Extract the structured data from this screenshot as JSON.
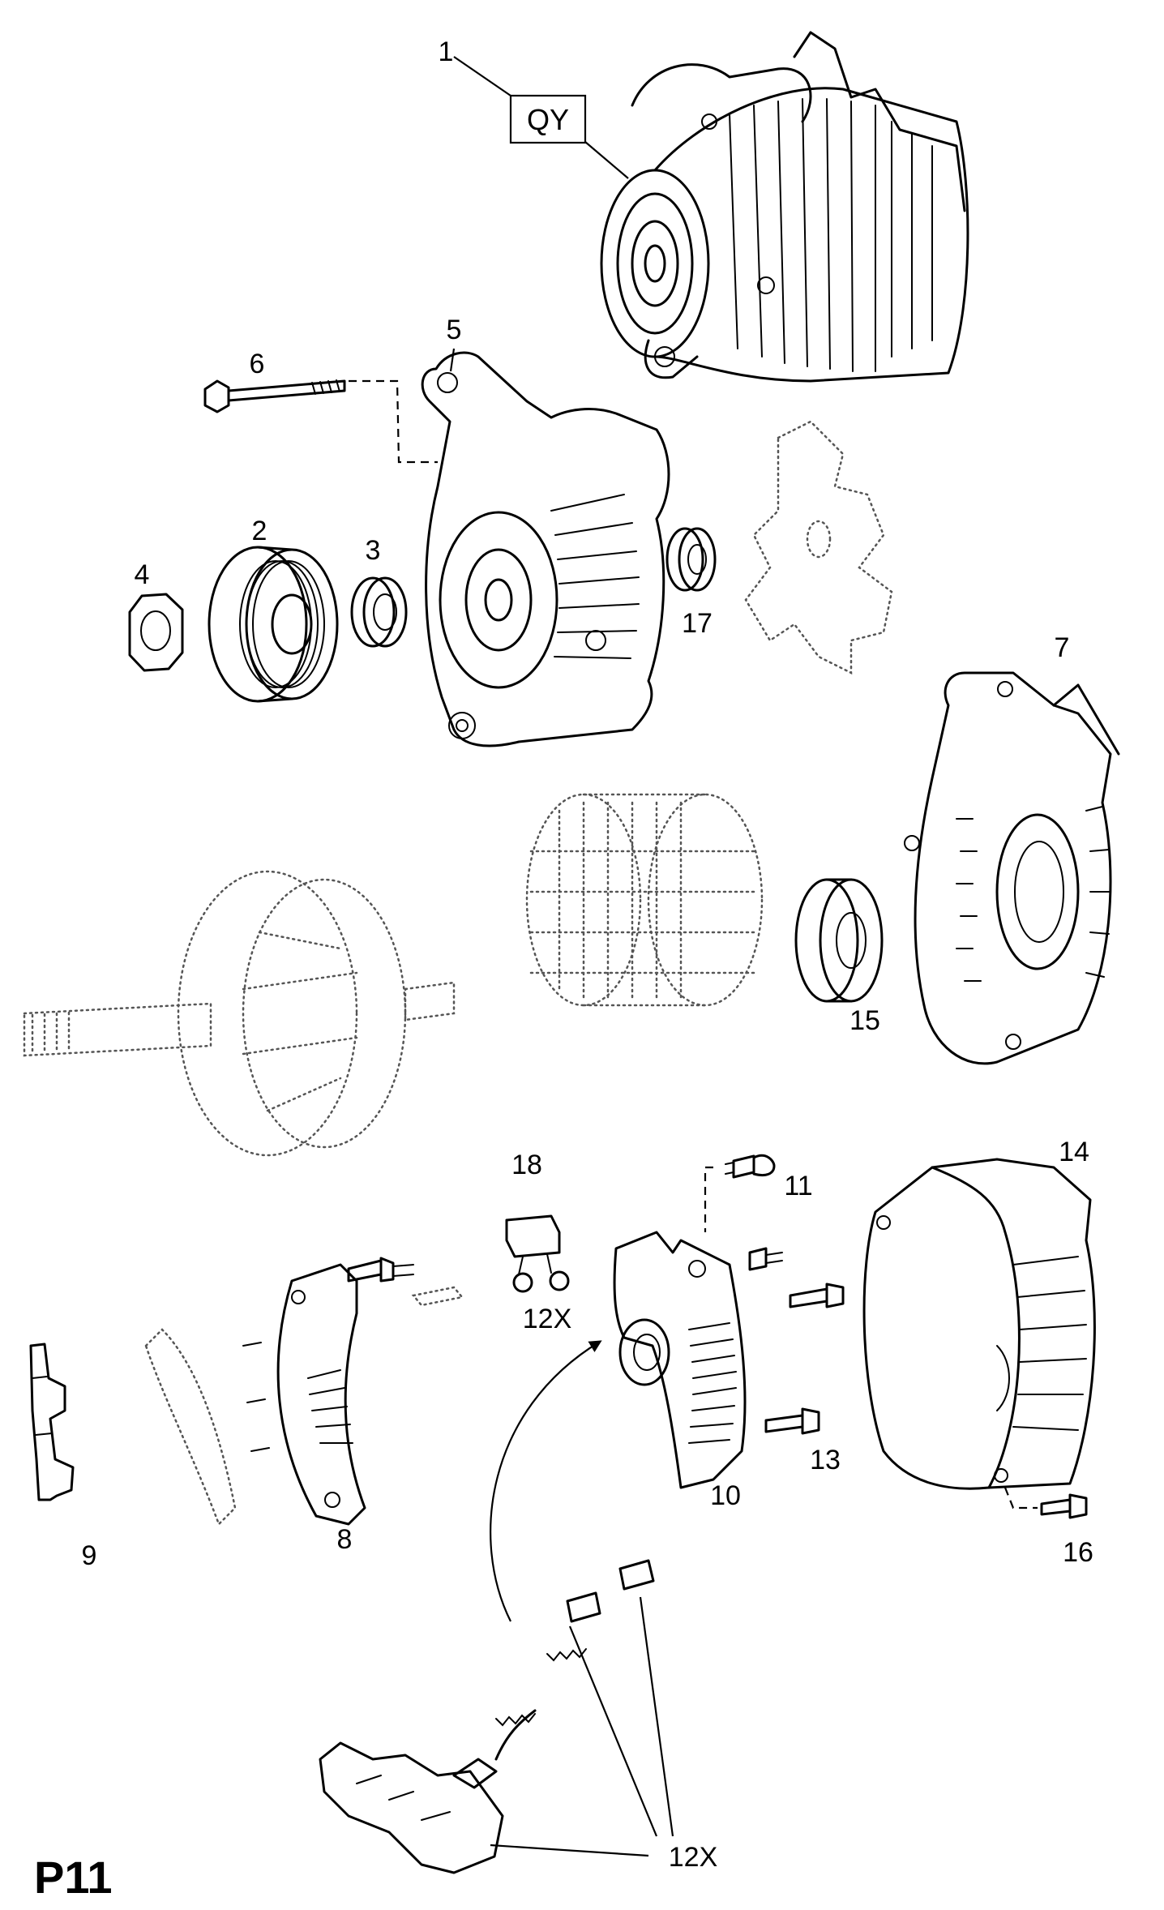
{
  "page_label": "P11",
  "code_box": "QY",
  "callouts": {
    "c1": "1",
    "c2": "2",
    "c3": "3",
    "c4": "4",
    "c5": "5",
    "c6": "6",
    "c7": "7",
    "c8": "8",
    "c9": "9",
    "c10": "10",
    "c11": "11",
    "c12a": "12X",
    "c12b": "12X",
    "c13": "13",
    "c14": "14",
    "c15": "15",
    "c16": "16",
    "c17": "17",
    "c18": "18"
  }
}
